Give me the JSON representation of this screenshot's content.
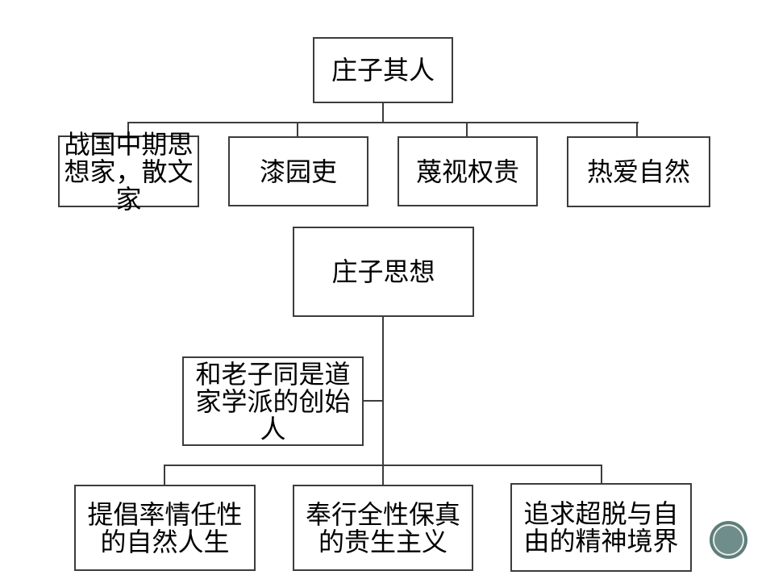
{
  "slide": {
    "background_color": "#ffffff",
    "line_color": "#3c3c3c",
    "text_color": "#000000"
  },
  "tree1": {
    "root": {
      "label": "庄子其人"
    },
    "children": [
      {
        "label": "战国中期思想家，散文家"
      },
      {
        "label": "漆园吏"
      },
      {
        "label": "蔑视权贵"
      },
      {
        "label": "热爱自然"
      }
    ]
  },
  "tree2": {
    "root": {
      "label": "庄子思想"
    },
    "annotation": {
      "label": "和老子同是道家学派的创始人"
    },
    "children": [
      {
        "label": "提倡率情任性的自然人生"
      },
      {
        "label": "奉行全性保真的贵生主义"
      },
      {
        "label": "追求超脱与自由的精神境界"
      }
    ]
  },
  "decoration": {
    "circle_outer_color": "#5e7d7b",
    "circle_fill_color": "#6f8d8a",
    "circle_ring_color": "#e9ece9"
  }
}
